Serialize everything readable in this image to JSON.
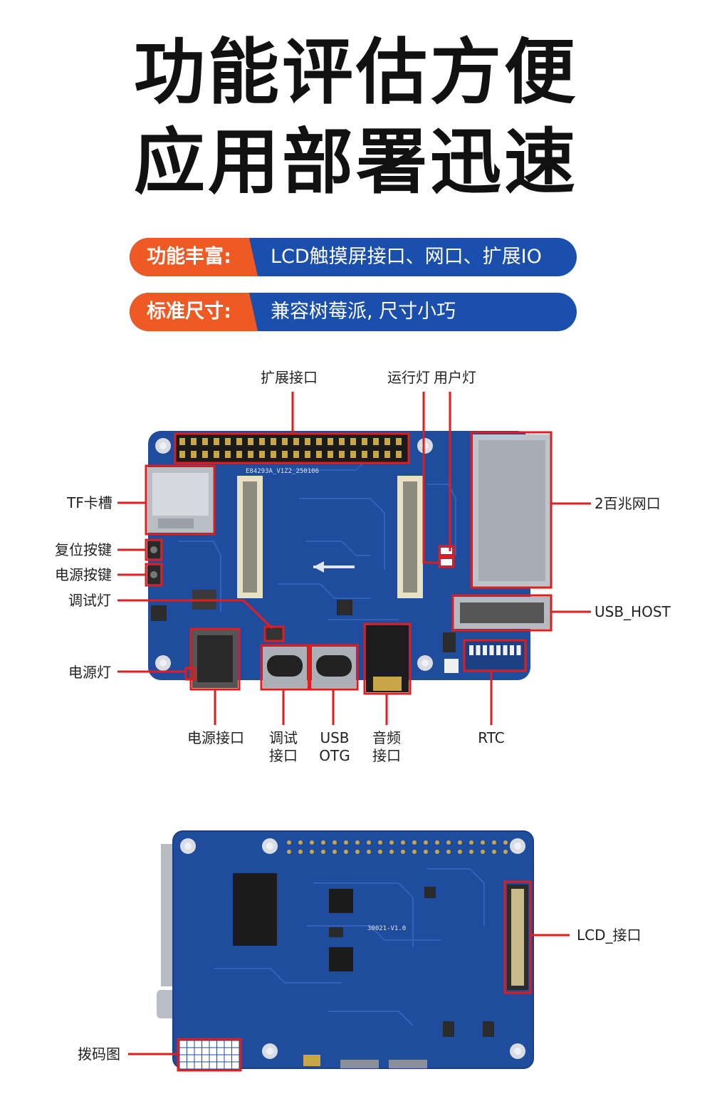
{
  "headline": {
    "line1": "功能评估方便",
    "line2": "应用部署迅速"
  },
  "banners": [
    {
      "tag": "功能丰富:",
      "text": "LCD触摸屏接口、网口、扩展IO"
    },
    {
      "tag": "标准尺寸:",
      "text": "兼容树莓派, 尺寸小巧"
    }
  ],
  "top_board": {
    "silkscreen": "E84293A_V1Z2_250106",
    "callouts": {
      "expansion": "扩展接口",
      "run_led": "运行灯",
      "user_led": "用户灯",
      "tf_slot": "TF卡槽",
      "reset_button": "复位按键",
      "power_button": "电源按键",
      "debug_led": "调试灯",
      "power_led": "电源灯",
      "ethernet": "2百兆网口",
      "usb_host": "USB_HOST",
      "power_port": "电源接口",
      "debug_port_1": "调试",
      "debug_port_2": "接口",
      "usb_otg_1": "USB",
      "usb_otg_2": "OTG",
      "audio_1": "音频",
      "audio_2": "接口",
      "rtc": "RTC"
    }
  },
  "bottom_board": {
    "silkscreen": "30021-V1.0",
    "callouts": {
      "lcd": "LCD_接口",
      "dip_map": "拨码图"
    }
  },
  "colors": {
    "accent_orange": "#ef5a24",
    "banner_blue": "#1a4fae",
    "callout_red": "#e11d1d",
    "pcb_blue": "#1f4c9c"
  }
}
